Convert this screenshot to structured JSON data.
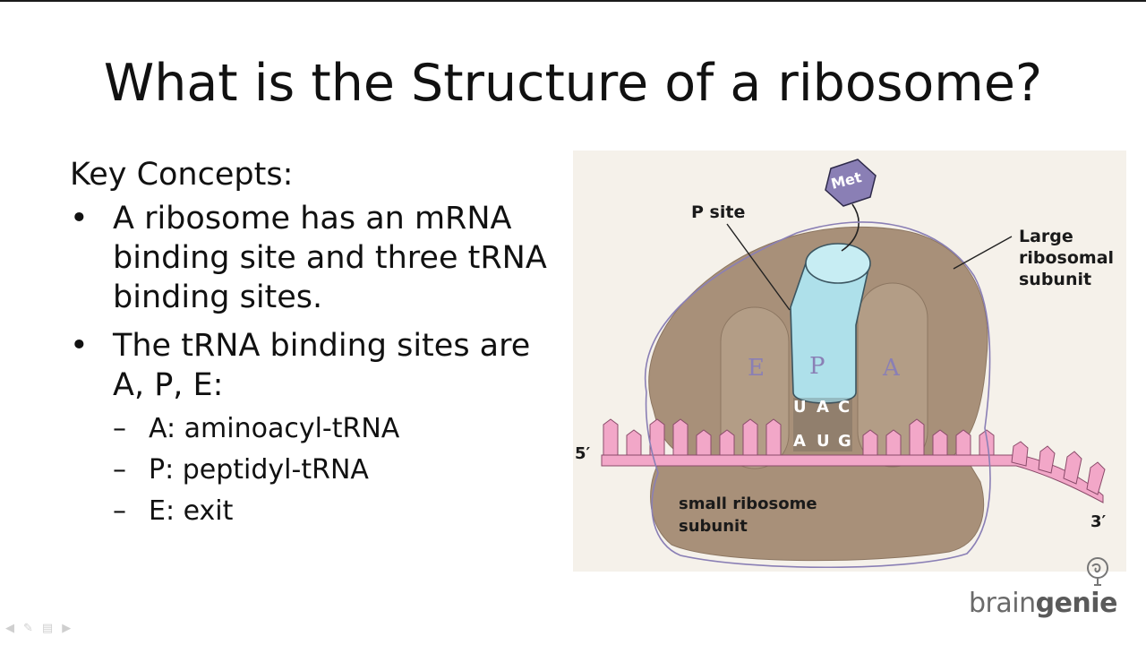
{
  "slide": {
    "title": "What is the Structure of a ribosome?",
    "concepts_heading": "Key Concepts:",
    "bullets": [
      {
        "text": "A ribosome has an mRNA binding site and three tRNA binding sites."
      },
      {
        "text": "The tRNA binding sites are A, P, E:"
      }
    ],
    "sub_items": [
      "A: aminoacyl-tRNA",
      "P: peptidyl-tRNA",
      "E: exit"
    ],
    "bullet_symbol": "•",
    "dash_symbol": "–"
  },
  "figure": {
    "met_label": "Met",
    "p_site_label": "P site",
    "large_subunit_label": [
      "Large",
      "ribosomal",
      "subunit"
    ],
    "small_subunit_label": [
      "small ribosome",
      "subunit"
    ],
    "five_prime": "5′",
    "three_prime": "3′",
    "anticodon": [
      "U",
      "A",
      "C"
    ],
    "codon": [
      "A",
      "U",
      "G"
    ],
    "site_marks": [
      "E",
      "P",
      "A"
    ],
    "colors": {
      "ribosome": "#a89079",
      "ribosome_dark": "#8c7661",
      "trna": "#aee0ea",
      "mrna": "#f2a7c8",
      "pen": "#8a7fb5"
    }
  },
  "brand": {
    "name_light": "brain",
    "name_bold": "genie"
  },
  "nav": {
    "icons": [
      "previous-icon",
      "pen-icon",
      "menu-icon",
      "next-icon"
    ]
  }
}
